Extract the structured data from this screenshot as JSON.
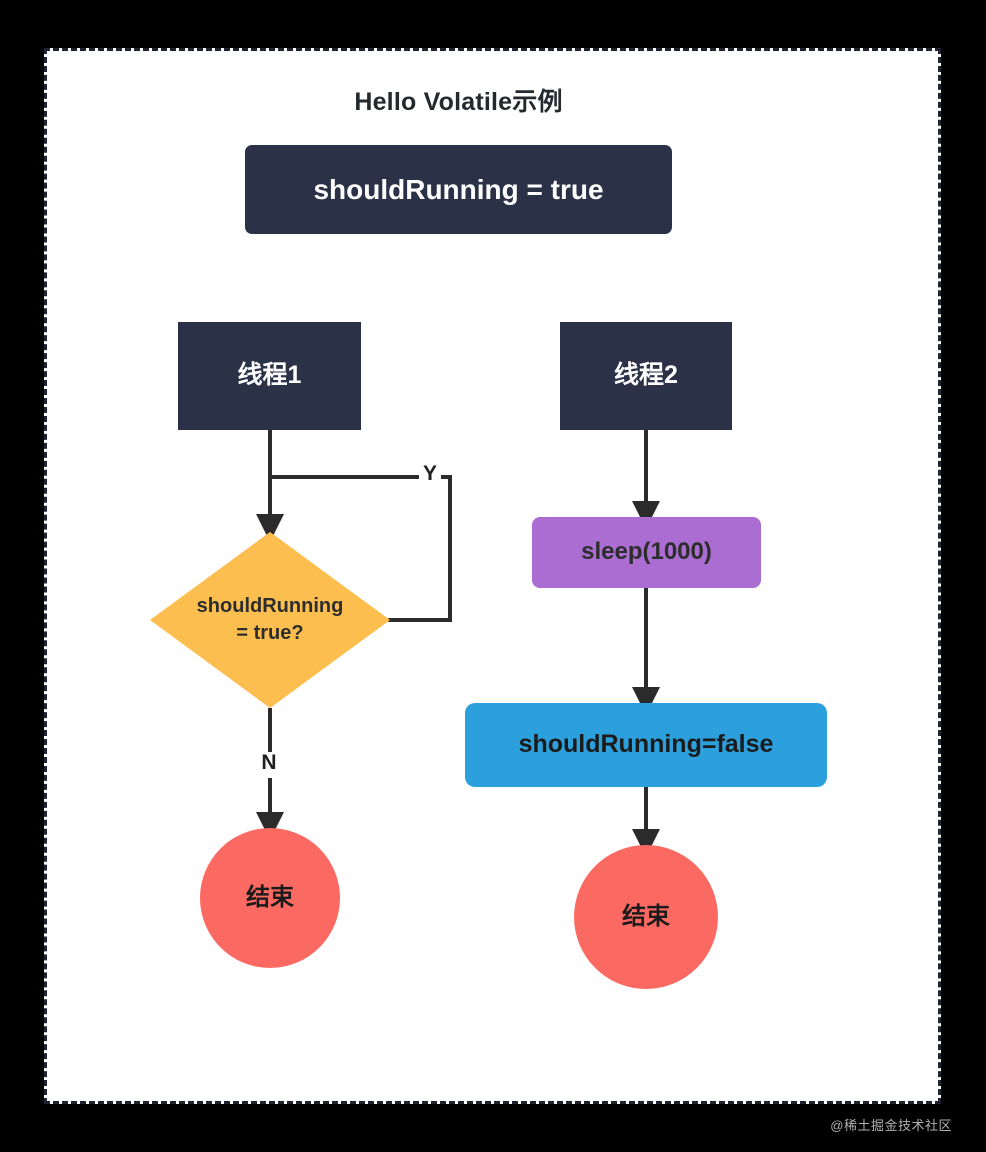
{
  "diagram": {
    "title": "Hello Volatile示例",
    "watermark": "@稀土掘金技术社区",
    "colors": {
      "background": "#000000",
      "canvas": "#ffffff",
      "border": "#1f2430",
      "dark_node": "#2b3247",
      "decision": "#fcbe4e",
      "sleep": "#ab6dd2",
      "assign": "#2ca0dc",
      "end": "#fb6a62",
      "edge": "#2b2b2b",
      "title_text": "#24292e"
    },
    "nodes": {
      "start": {
        "label": "shouldRunning = true",
        "shape": "rounded-rect"
      },
      "thread1": {
        "label": "线程1",
        "shape": "rect"
      },
      "thread2": {
        "label": "线程2",
        "shape": "rect"
      },
      "decision": {
        "label": "shouldRunning\n= true?",
        "shape": "diamond"
      },
      "sleep": {
        "label": "sleep(1000)",
        "shape": "rounded-rect"
      },
      "set_false": {
        "label": "shouldRunning=false",
        "shape": "rounded-rect"
      },
      "end_left": {
        "label": "结束",
        "shape": "circle"
      },
      "end_right": {
        "label": "结束",
        "shape": "circle"
      }
    },
    "edge_labels": {
      "yes": "Y",
      "no": "N"
    }
  }
}
